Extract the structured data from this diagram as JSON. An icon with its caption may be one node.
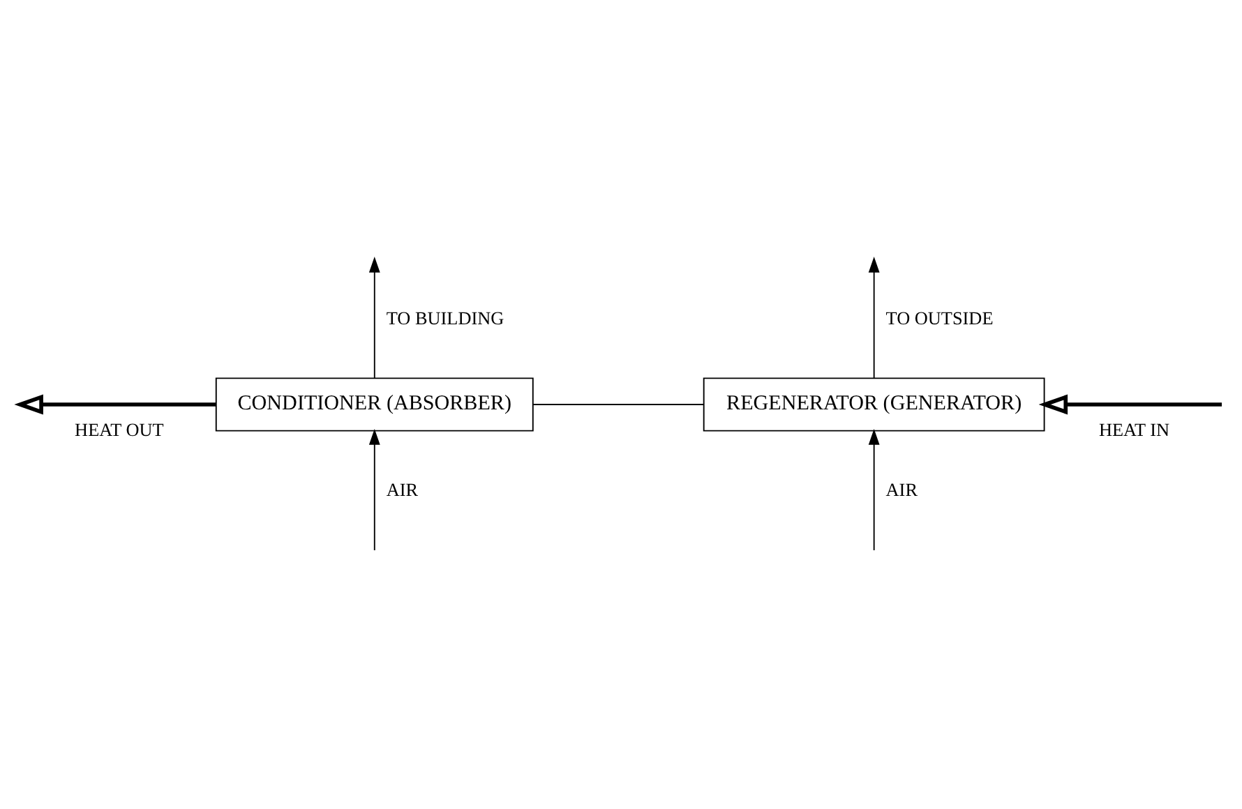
{
  "diagram": {
    "nodes": [
      {
        "text": [
          "CONDITIONER (ABSORBER)"
        ]
      },
      {
        "text": [
          "REGENERATOR (GENERATOR)"
        ]
      }
    ],
    "edges": [
      {
        "from": 0,
        "to": 1,
        "arrow": "none"
      },
      {
        "from": 0,
        "to": null,
        "arrow": "to",
        "label": "HEAT OUT",
        "style": "thick"
      },
      {
        "from": 0,
        "to": null,
        "arrow": "to",
        "label": "TO BUILDING"
      },
      {
        "from": null,
        "to": 0,
        "arrow": "to",
        "label": "AIR"
      },
      {
        "from": null,
        "to": 1,
        "arrow": "to",
        "label": "HEAT IN",
        "style": "thick"
      },
      {
        "from": 1,
        "to": null,
        "arrow": "to",
        "label": "TO OUTSIDE"
      },
      {
        "from": null,
        "to": 1,
        "arrow": "to",
        "label": "AIR"
      }
    ]
  }
}
